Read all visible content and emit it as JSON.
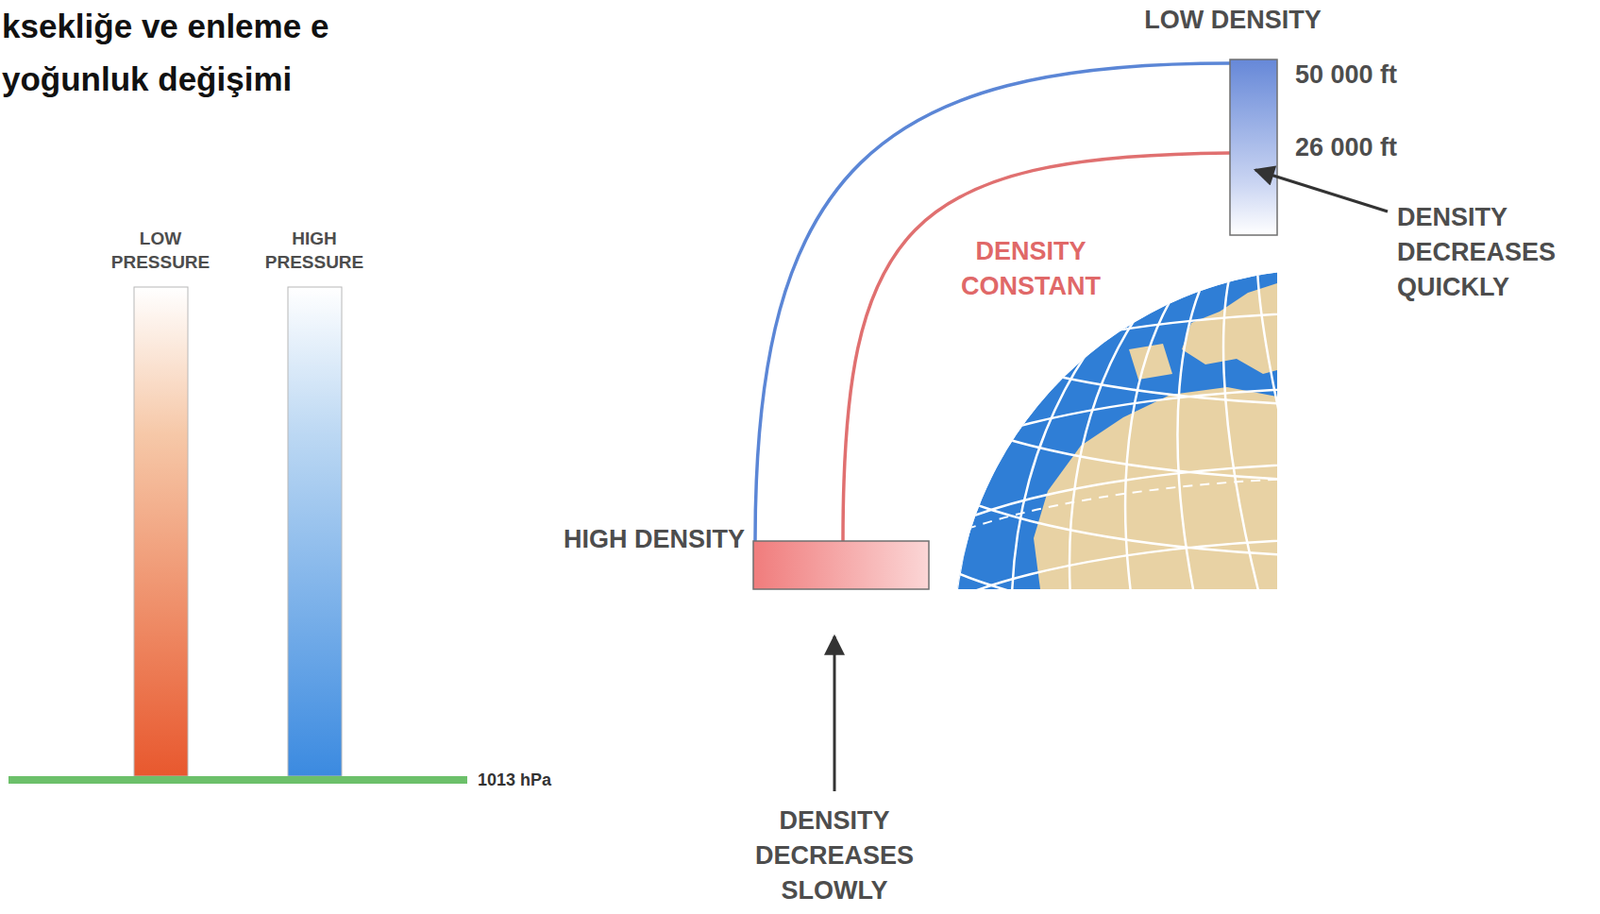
{
  "diagram": {
    "title": "ksekliğe ve enleme e yoğunluk değişimi",
    "labels": [
      "LOW PRESSURE",
      "HIGH PRESSURE",
      "1013 hPa",
      "LOW DENSITY",
      "50 000 ft",
      "26 000 ft",
      "DENSITY DECREASES QUICKLY",
      "DENSITY CONSTANT",
      "HIGH DENSITY",
      "DENSITY DECREASES SLOWLY"
    ]
  }
}
